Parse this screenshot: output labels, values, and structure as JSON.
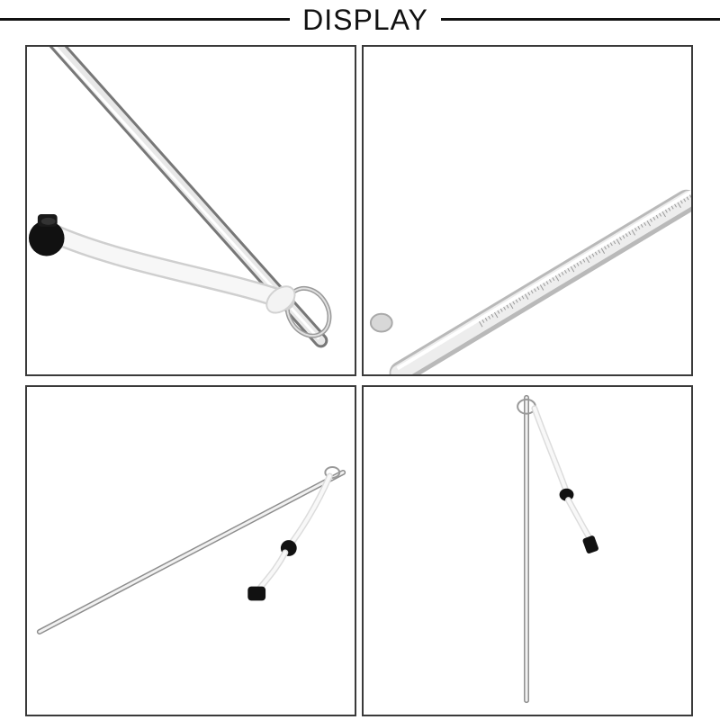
{
  "header": {
    "title": "DISPLAY"
  },
  "panels": [
    {
      "id": "p1",
      "view": "closeup-handle-ring"
    },
    {
      "id": "p2",
      "view": "closeup-scale-tip"
    },
    {
      "id": "p3",
      "view": "full-diagonal"
    },
    {
      "id": "p4",
      "view": "full-vertical"
    }
  ],
  "colors": {
    "frame": "#3a3a3a",
    "rule": "#111111",
    "steel": "#d9d9d9",
    "cap": "#111111"
  }
}
